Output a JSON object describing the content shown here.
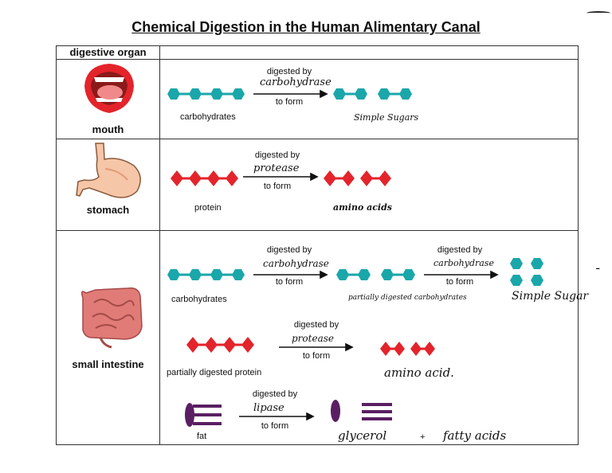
{
  "title": "Chemical Digestion in the Human Alimentary Canal",
  "header": {
    "organ_col": "digestive organ"
  },
  "organs": {
    "mouth": "mouth",
    "stomach": "stomach",
    "small_intestine": "small intestine"
  },
  "common": {
    "digested_by": "digested by",
    "to_form": "to form"
  },
  "mouth_row": {
    "substrate": "carbohydrates",
    "enzyme_answer": "carbohydrase",
    "product_answer": "Simple Sugars"
  },
  "stomach_row": {
    "substrate": "protein",
    "enzyme_answer": "protease",
    "product_answer": "amino acids"
  },
  "intestine_carb_row": {
    "substrate": "carbohydrates",
    "enzyme_answer_1": "carbohydrase",
    "intermediate_answer": "partially digested carbohydrates",
    "enzyme_answer_2": "carbohydrase",
    "product_answer": "Simple Sugar"
  },
  "intestine_protein_row": {
    "substrate": "partially digested protein",
    "enzyme_answer": "protease",
    "product_answer": "amino acid."
  },
  "intestine_fat_row": {
    "substrate": "fat",
    "enzyme_answer": "lipase",
    "product_answer_1": "glycerol",
    "plus": "+",
    "product_answer_2": "fatty acids"
  },
  "colors": {
    "carb": "#1aa7aa",
    "protein": "#e3242b",
    "fat": "#5a1f62"
  },
  "icons": [
    "mouth-illustration",
    "stomach-illustration",
    "small-intestine-illustration",
    "arrow-right-icon"
  ]
}
